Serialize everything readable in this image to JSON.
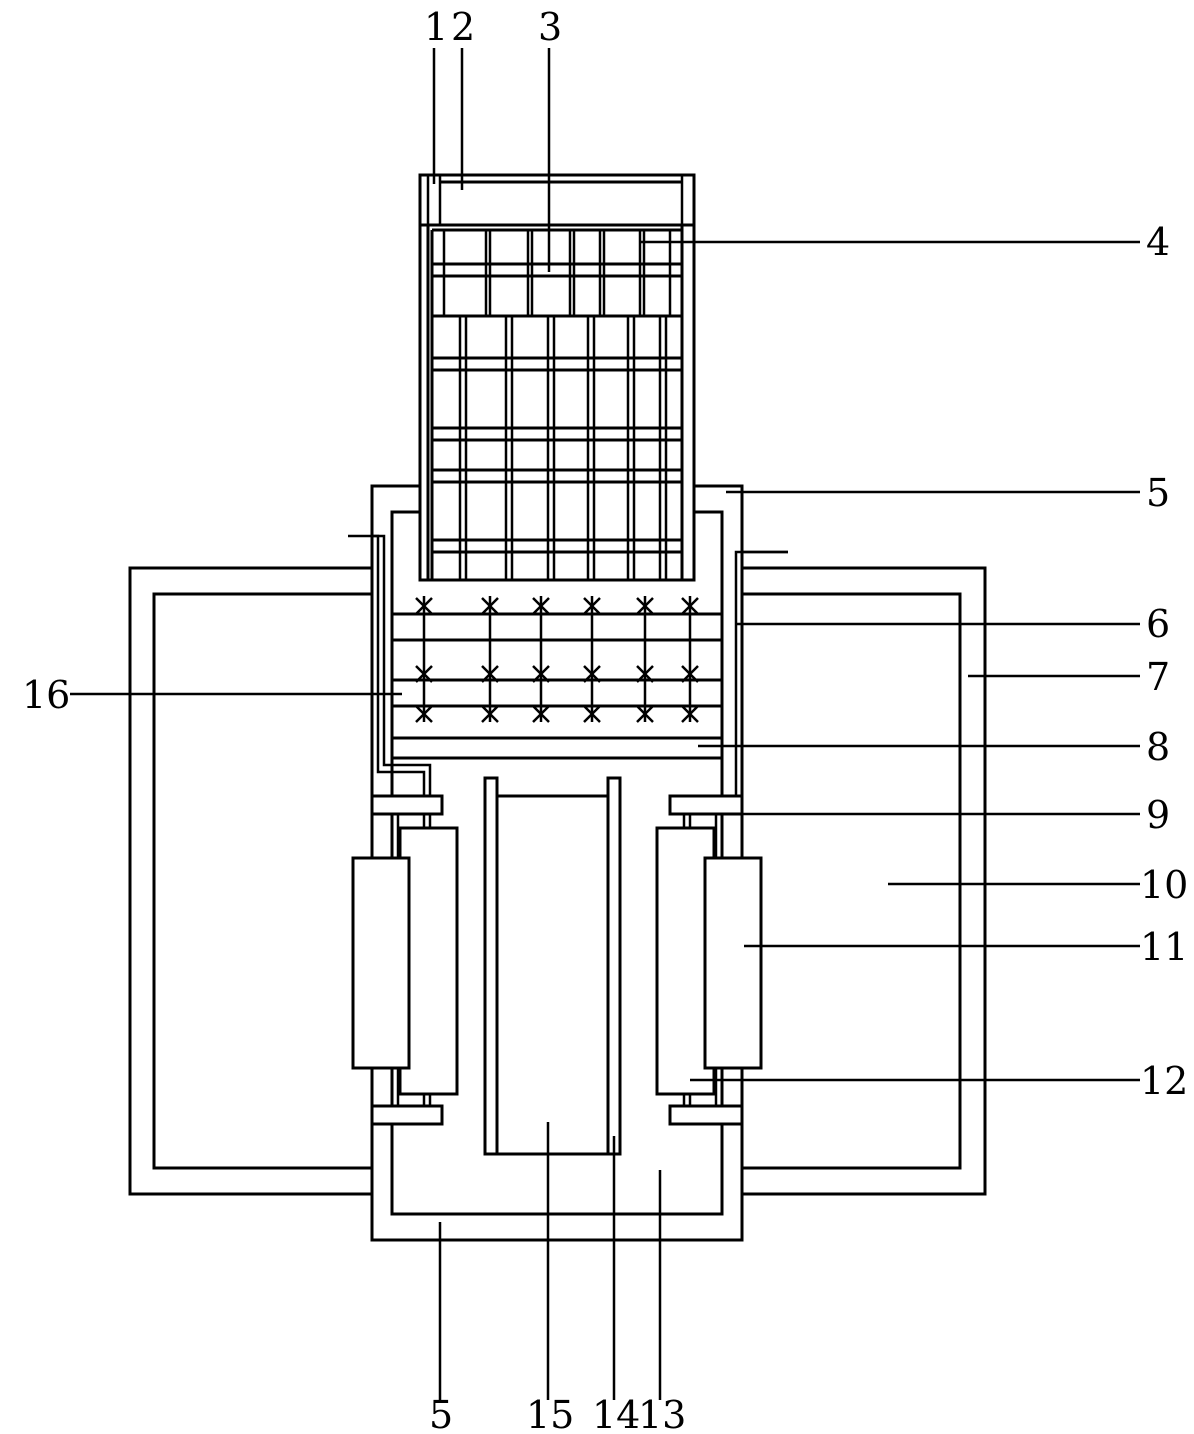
{
  "labels": {
    "l1": "1",
    "l2": "2",
    "l3": "3",
    "l4": "4",
    "l5_top": "5",
    "l6": "6",
    "l7": "7",
    "l8": "8",
    "l9": "9",
    "l10": "10",
    "l11": "11",
    "l12": "12",
    "l16": "16",
    "l5_bottom": "5",
    "l15": "15",
    "l14": "14",
    "l13": "13"
  },
  "colors": {
    "stroke": "#000000",
    "background": "#ffffff"
  }
}
